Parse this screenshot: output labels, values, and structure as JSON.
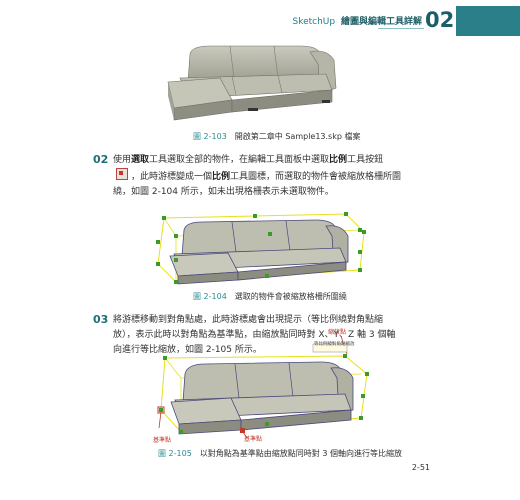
{
  "header": {
    "app": "SketchUp",
    "title": "繪圖與編輯工具詳解",
    "chapter": "02"
  },
  "figures": [
    {
      "number": "圖 2-103",
      "caption": "開啟第二章中 Sample13.skp 檔案"
    },
    {
      "number": "圖 2-104",
      "caption": "選取的物件會被縮放格柵所圍繞"
    },
    {
      "number": "圖 2-105",
      "caption": "以對角點為基準點由縮放點同時對 3 個軸向進行等比縮放"
    }
  ],
  "steps": [
    {
      "number": "02",
      "parts": [
        "使用",
        "選取",
        "工具選取全部的物件，在編輯工具面板中選取",
        "比例",
        "工具按鈕",
        "，此時游標變成一個",
        "比例",
        "工具圖標，而選取的物件會被縮放格柵所圍繞，如圖 2-104 所示，如未出現格柵表示未選取物件。"
      ]
    },
    {
      "number": "03",
      "text": "將游標移動到對角點處，此時游標處會出現提示（等比例繞對角點縮放），表示此時以對角點為基準點，由縮放點同時對 X、Y、Z 軸 3 個軸向進行等比縮放，如圖 2-105 所示。"
    }
  ],
  "fig105_labels": {
    "scale_point": "縮放點",
    "base_point_1": "基準點",
    "base_point_2": "基準點",
    "tooltip": "等比例繞對角點縮放"
  },
  "page_number": "2-51",
  "colors": {
    "accent": "#2a7f88",
    "fig_number": "#2a8b94",
    "grid_yellow": "#e8e020",
    "grip_green": "#3a9a2a",
    "label_red": "#c0392b"
  }
}
